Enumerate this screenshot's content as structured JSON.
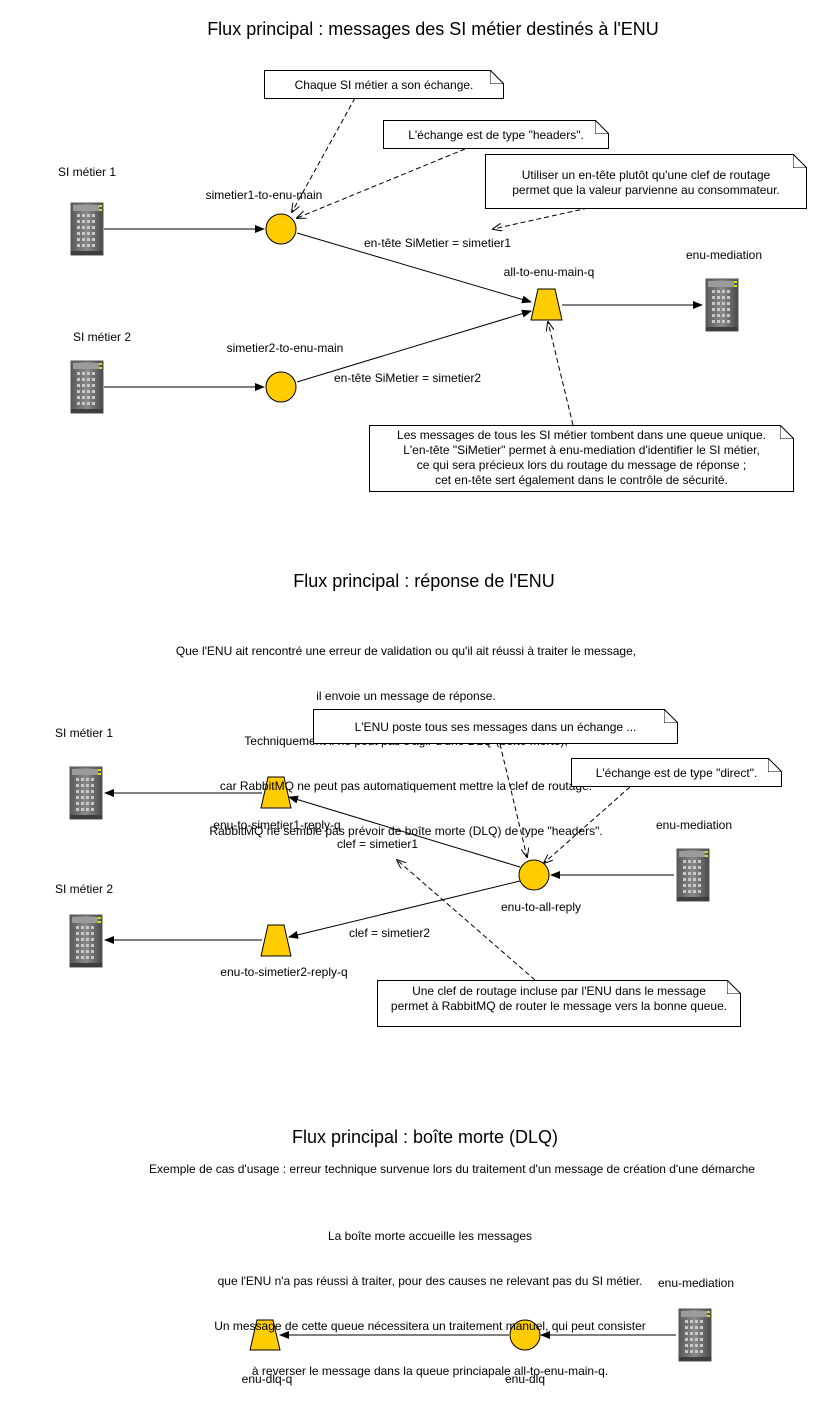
{
  "section1": {
    "title": "Flux principal : messages des SI métier destinés à l'ENU",
    "nodes": {
      "si1": "SI métier 1",
      "si2": "SI métier 2",
      "ex1": "simetier1-to-enu-main",
      "ex2": "simetier2-to-enu-main",
      "queue": "all-to-enu-main-q",
      "mediation": "enu-mediation"
    },
    "edges": {
      "h1": "en-tête SiMetier = simetier1",
      "h2": "en-tête SiMetier = simetier2"
    },
    "notes": {
      "n1": "Chaque SI métier a son échange.",
      "n2": "L'échange est de type \"headers\".",
      "n3": [
        "Utiliser un en-tête plutôt qu'une clef de routage",
        "permet que la valeur parvienne au consommateur."
      ],
      "n4": [
        "Les messages de tous les SI métier tombent dans une queue unique.",
        "L'en-tête \"SiMetier\" permet à enu-mediation d'identifier le SI métier,",
        "ce qui sera précieux lors du routage du message de réponse ;",
        "cet en-tête sert également dans le contrôle de sécurité."
      ]
    }
  },
  "section2": {
    "title": "Flux principal : réponse de l'ENU",
    "intro": [
      "Que l'ENU ait rencontré une erreur de validation ou qu'il ait réussi à traiter le message,",
      "il envoie un message de réponse.",
      "Techniquement il ne peut pas s'agir d'une DLQ (boîte morte),",
      "car RabbitMQ ne peut pas automatiquement mettre la clef de routage.",
      "RabbitMQ ne semble pas prévoir de boîte morte (DLQ) de type \"headers\"."
    ],
    "nodes": {
      "si1": "SI métier 1",
      "si2": "SI métier 2",
      "q1": "enu-to-simetier1-reply-q",
      "q2": "enu-to-simetier2-reply-q",
      "exchange": "enu-to-all-reply",
      "mediation": "enu-mediation"
    },
    "edges": {
      "k1": "clef = simetier1",
      "k2": "clef = simetier2"
    },
    "notes": {
      "n1": "L'ENU poste tous ses messages dans un échange ...",
      "n2": "L'échange est de type \"direct\".",
      "n3": [
        "Une clef de routage incluse par l'ENU dans le message",
        "permet à RabbitMQ de router le message vers la bonne queue."
      ]
    }
  },
  "section3": {
    "title": "Flux principal : boîte morte (DLQ)",
    "example": "Exemple de cas d'usage : erreur technique survenue lors du traitement d'un message de création d'une démarche",
    "intro": [
      "La boîte morte accueille les messages",
      "que l'ENU n'a pas réussi à traiter, pour des causes ne relevant pas du SI métier.",
      "Un message de cette queue nécessitera un traitement manuel, qui peut consister",
      "à reverser le message dans la queue princiapale all-to-enu-main-q."
    ],
    "nodes": {
      "queue": "enu-dlq-q",
      "exchange": "enu-dlq",
      "mediation": "enu-mediation"
    }
  },
  "icons": [
    "server-icon",
    "exchange-icon",
    "queue-icon"
  ],
  "colors": {
    "node_fill": "#FFCC00",
    "node_stroke": "#000000",
    "note_border": "#000000",
    "server_body": "#8a8a8a",
    "server_accent": "#d7e300"
  }
}
